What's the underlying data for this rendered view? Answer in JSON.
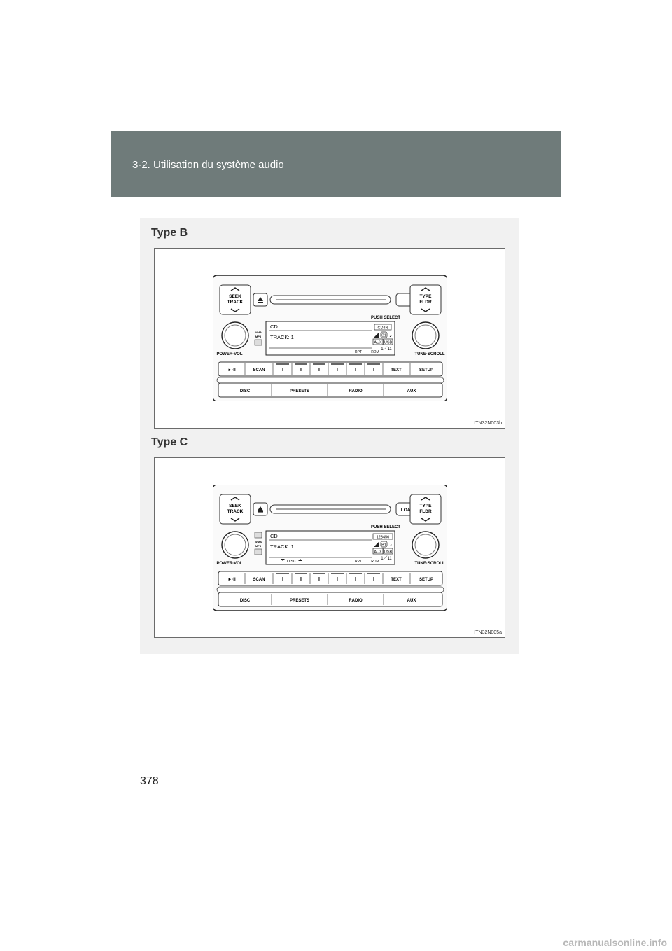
{
  "header": {
    "section_title": "3-2. Utilisation du système audio"
  },
  "figures": [
    {
      "type_label": "Type B",
      "code": "ITN32N003b",
      "left_buttons": [
        "SEEK",
        "TRACK"
      ],
      "right_buttons": [
        "TYPE",
        "FLDR"
      ],
      "slot_right_label": "",
      "push_select": "PUSH SELECT",
      "power_vol": "POWER·VOL",
      "tune_scroll": "TUNE·SCROLL",
      "logos": [
        "WMA",
        "MP3"
      ],
      "display": {
        "line1": "CD",
        "line2": "TRACK:  1",
        "badge_top": "CD IN",
        "badge_bt": "B1",
        "badge_aux": "AUX",
        "badge_usb": "USB",
        "counter": "1／11",
        "disc": "",
        "rpt": "RPT",
        "rdm": "RDM"
      },
      "row_buttons": [
        "►·II",
        "SCAN",
        "I",
        "I",
        "I",
        "I",
        "I",
        "I",
        "TEXT",
        "SETUP"
      ],
      "bottom_buttons": [
        "DISC",
        "PRESETS",
        "RADIO",
        "AUX"
      ]
    },
    {
      "type_label": "Type C",
      "code": "ITN32N005a",
      "left_buttons": [
        "SEEK",
        "TRACK"
      ],
      "right_buttons": [
        "TYPE",
        "FLDR"
      ],
      "slot_right_label": "LOAD",
      "push_select": "PUSH SELECT",
      "power_vol": "POWER·VOL",
      "tune_scroll": "TUNE·SCROLL",
      "logos": [
        "WMA",
        "MP3"
      ],
      "display": {
        "line1": "CD",
        "line2": "TRACK:  1",
        "badge_top": "123456",
        "badge_bt": "B1",
        "badge_aux": "AUX",
        "badge_usb": "USB",
        "counter": "1／11",
        "disc": "DISC",
        "rpt": "RPT",
        "rdm": "RDM"
      },
      "row_buttons": [
        "►·II",
        "SCAN",
        "I",
        "I",
        "I",
        "I",
        "I",
        "I",
        "TEXT",
        "SETUP"
      ],
      "bottom_buttons": [
        "DISC",
        "PRESETS",
        "RADIO",
        "AUX"
      ]
    }
  ],
  "page_number": "378",
  "watermark": "carmanualsonline.info"
}
